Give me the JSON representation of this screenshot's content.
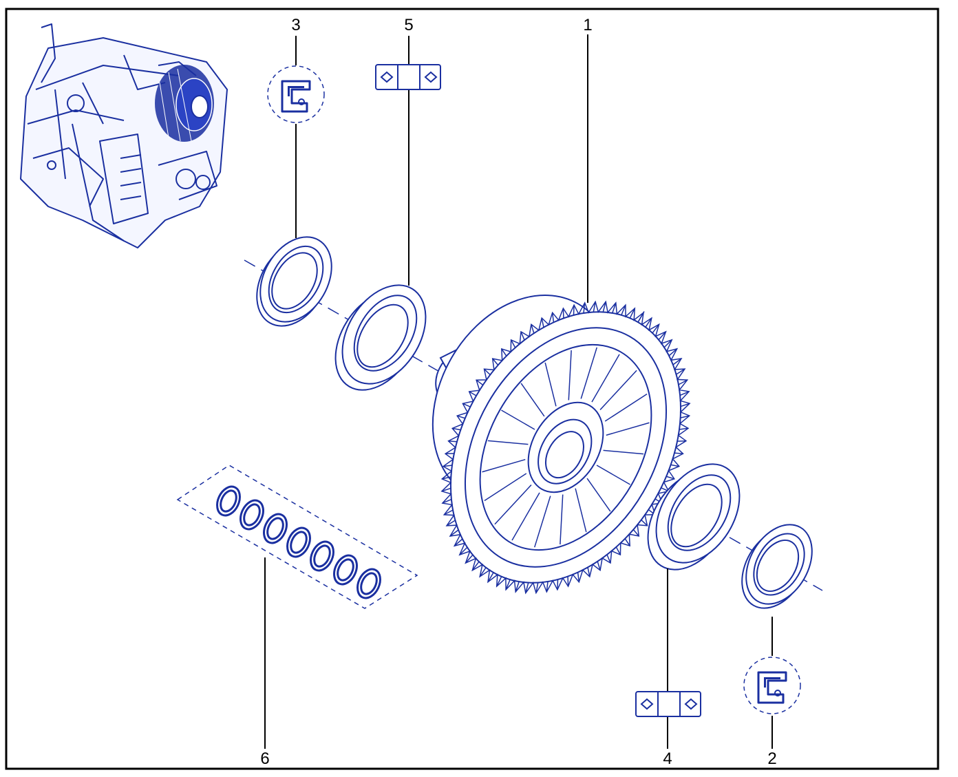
{
  "colors": {
    "line": "#1a2fa0",
    "frame": "#000000",
    "label": "#000000",
    "background": "#ffffff"
  },
  "callouts": [
    {
      "number": "1",
      "part": "differential-assembly"
    },
    {
      "number": "2",
      "part": "oil-seal-right"
    },
    {
      "number": "3",
      "part": "oil-seal-left"
    },
    {
      "number": "4",
      "part": "bearing-right"
    },
    {
      "number": "5",
      "part": "bearing-left"
    },
    {
      "number": "6",
      "part": "shim-set"
    }
  ],
  "icons": {
    "seal": "oil-seal-icon",
    "bearing": "bearing-icon",
    "locator": "transmission-locator-icon"
  }
}
